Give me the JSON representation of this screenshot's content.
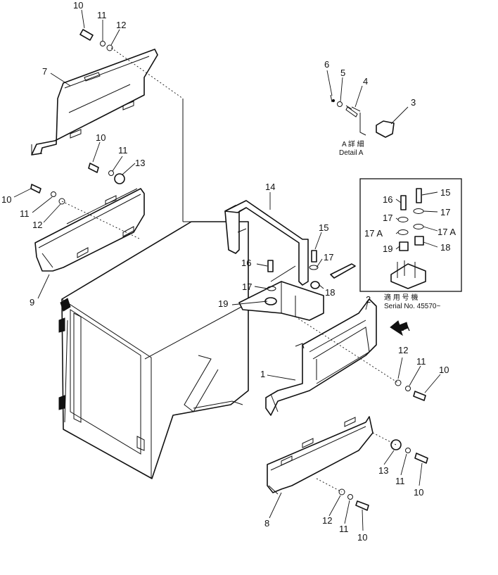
{
  "callouts": {
    "c1": "1",
    "c2": "2",
    "c3": "3",
    "c4": "4",
    "c5": "5",
    "c6": "6",
    "c7": "7",
    "c8": "8",
    "c9": "9",
    "c10": "10",
    "c11": "11",
    "c12": "12",
    "c13": "13",
    "c14": "14",
    "c15": "15",
    "c16": "16",
    "c17": "17",
    "c17a": "17 A",
    "c18": "18",
    "c19": "19"
  },
  "detail_a": {
    "title_jp": "A 詳 細",
    "title_en": "Detail A"
  },
  "arrow_a": {
    "label": "A"
  },
  "serial_box": {
    "title_jp": "適 用 号 機",
    "serial_text": "Serial No. 45570~"
  }
}
